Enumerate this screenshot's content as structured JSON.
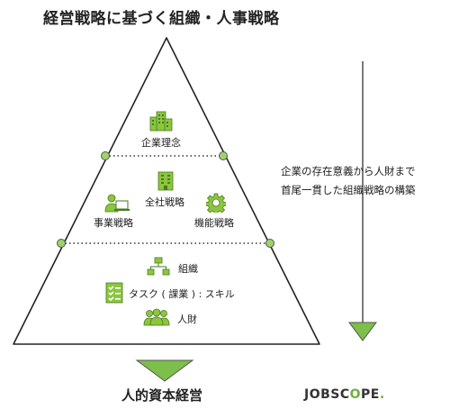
{
  "title": "経営戦略に基づく組織・人事戦略",
  "tiers": {
    "top": {
      "label": "企業理念",
      "icon": "buildings-icon"
    },
    "middle": {
      "center": {
        "label": "全社戦略",
        "icon": "building-icon"
      },
      "left": {
        "label": "事業戦略",
        "icon": "business-person-icon"
      },
      "right": {
        "label": "機能戦略",
        "icon": "gear-icon"
      }
    },
    "bottom": {
      "org": {
        "label": "組織",
        "icon": "org-chart-icon"
      },
      "task": {
        "label": "タスク ( 課業 ) : スキル",
        "icon": "checklist-icon"
      },
      "people": {
        "label": "人財",
        "icon": "people-icon"
      }
    }
  },
  "side_note": {
    "line1": "企業の存在意義から人財まで",
    "line2": "首尾一貫した組織戦略の構築"
  },
  "bottom_label": "人的資本経営",
  "logo": {
    "before": "JOBSC",
    "o": "O",
    "after": "PE",
    "dot": "."
  },
  "colors": {
    "accent": "#7cbf4a",
    "icon": "#8cc63f",
    "line": "#222222"
  }
}
